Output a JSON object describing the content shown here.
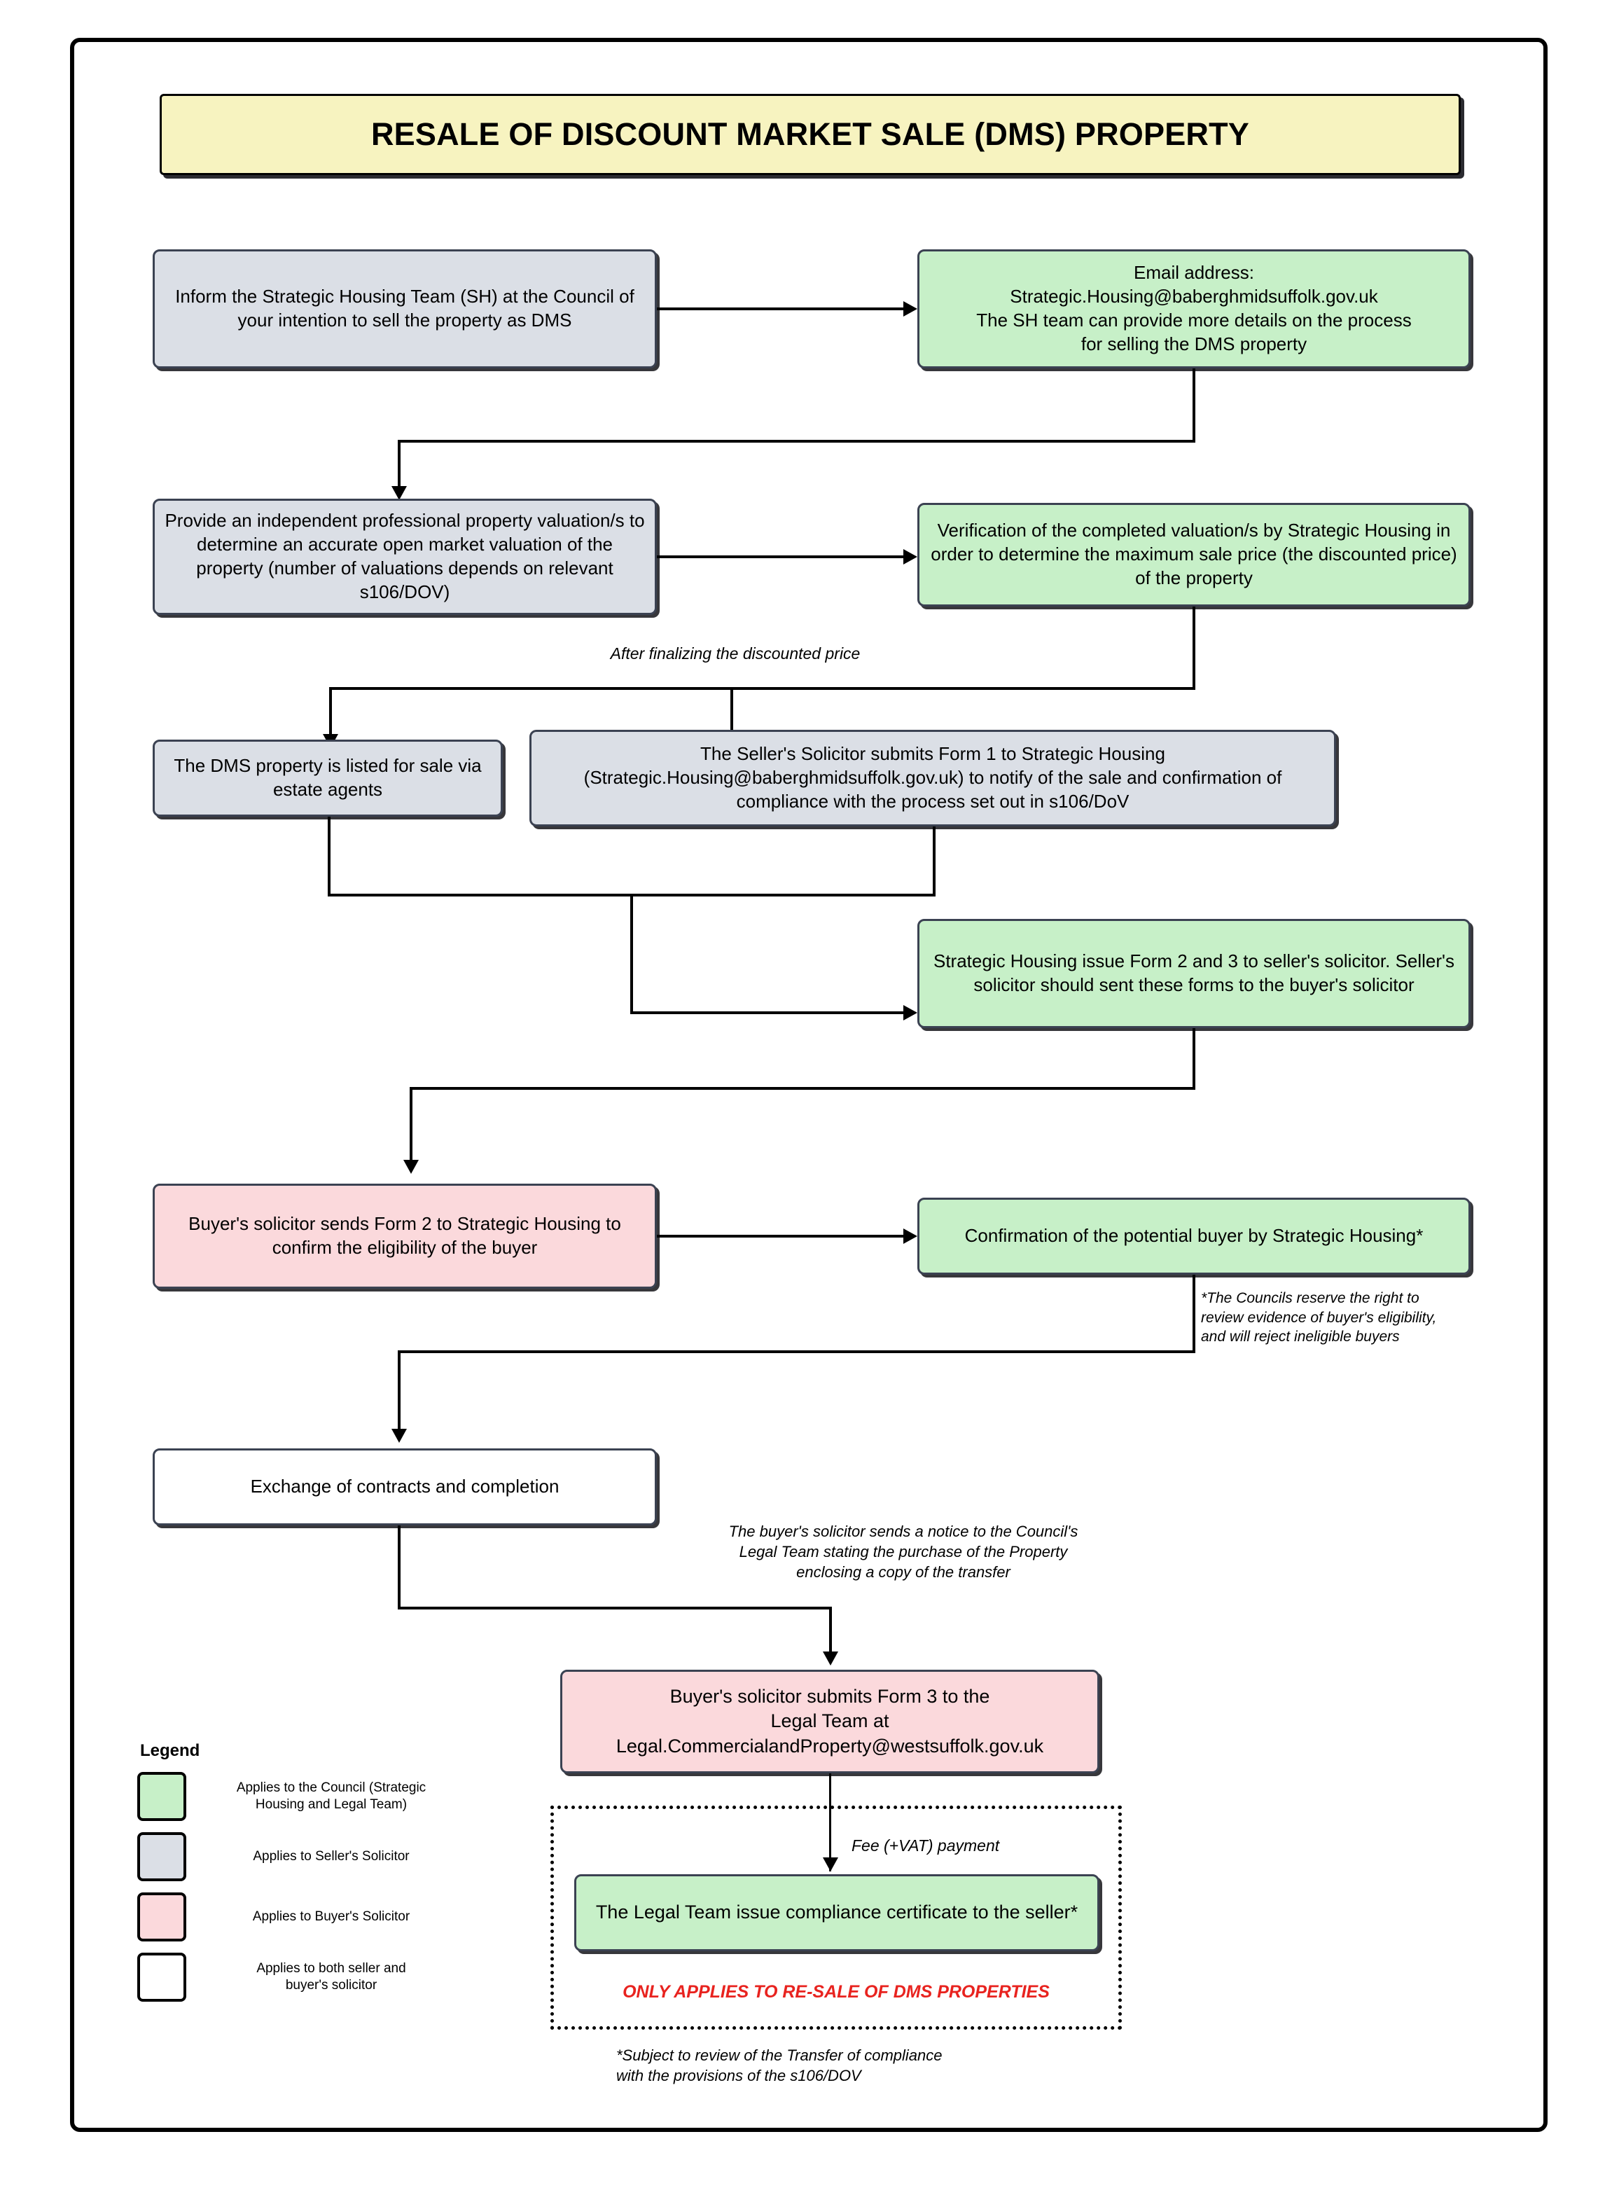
{
  "title": "RESALE OF DISCOUNT MARKET SALE (DMS) PROPERTY",
  "colors": {
    "title_banner": "#f7f3c0",
    "council_green": "#c7f0c8",
    "sellers_solicitor_grey": "#dbdfe6",
    "buyers_solicitor_pink": "#fbd9dc",
    "both_white": "#ffffff",
    "alert_red": "#e8231f",
    "border": "#3b4252"
  },
  "nodes": {
    "inform_sh": "Inform the Strategic Housing Team (SH) at the Council of your intention to sell the property as DMS",
    "email_address": "Email address: Strategic.Housing@baberghmidsuffolk.gov.uk The SH team can provide more details on the process for selling the DMS property",
    "email_address_l1": "Email address:",
    "email_address_l2": "Strategic.Housing@baberghmidsuffolk.gov.uk",
    "email_address_l3": "The SH team can provide more details on the process",
    "email_address_l4": "for selling the DMS property",
    "provide_valuation": "Provide an independent professional property valuation/s to determine an accurate open market valuation of the property (number of valuations depends on relevant s106/DOV)",
    "verification": "Verification of the completed valuation/s by Strategic Housing in order to determine the maximum sale price (the discounted price) of the property",
    "listed_for_sale": "The DMS property is listed for sale via estate agents",
    "form1": "The Seller's Solicitor submits Form 1 to Strategic Housing (Strategic.Housing@baberghmidsuffolk.gov.uk) to notify of the sale and confirmation of compliance with the process set out in s106/DoV",
    "issue_form2_3": "Strategic Housing issue Form 2 and 3 to seller's solicitor. Seller's solicitor should sent these forms to the buyer's solicitor",
    "buyer_sends_form2": "Buyer's solicitor sends Form 2 to Strategic Housing to confirm the eligibility of the buyer",
    "confirmation_buyer": "Confirmation of the potential buyer by Strategic Housing*",
    "exchange_completion": "Exchange of contracts and completion",
    "buyer_submits_form3": "Buyer's solicitor submits Form 3 to the Legal Team at Legal.CommercialandProperty@westsuffolk.gov.uk",
    "buyer_submits_form3_l1": "Buyer's solicitor submits Form 3 to the",
    "buyer_submits_form3_l2": "Legal Team at",
    "buyer_submits_form3_l3": "Legal.CommercialandProperty@westsuffolk.gov.uk",
    "compliance_certificate": "The Legal Team issue compliance certificate to the seller*"
  },
  "edge_labels": {
    "after_finalizing": "After finalizing the discounted price",
    "fee_vat": "Fee (+VAT) payment"
  },
  "notes": {
    "councils_reserve": "*The Councils reserve the right to review evidence of buyer's eligibility, and will reject ineligible buyers",
    "councils_reserve_l1": "*The Councils reserve the right to",
    "councils_reserve_l2": "review evidence of buyer's eligibility,",
    "councils_reserve_l3": "and will reject ineligible buyers",
    "buyer_notice": "The buyer's solicitor sends a notice to the Council's Legal Team stating the purchase of the Property enclosing a copy of the transfer",
    "buyer_notice_l1": "The buyer's solicitor sends a notice to the Council's",
    "buyer_notice_l2": "Legal Team stating the purchase of the Property",
    "buyer_notice_l3": "enclosing a copy of the transfer",
    "only_applies": "ONLY APPLIES TO RE-SALE OF DMS PROPERTIES",
    "subject_to_review": "*Subject to review of the Transfer of compliance with the provisions of the s106/DOV",
    "subject_to_review_l1": "*Subject to review of the Transfer of compliance",
    "subject_to_review_l2": "with the provisions of the s106/DOV"
  },
  "legend": {
    "title": "Legend",
    "items": [
      {
        "color": "#c7f0c8",
        "label_l1": "Applies to the Council (Strategic",
        "label_l2": "Housing and Legal Team)",
        "label": "Applies to the Council (Strategic Housing and Legal Team)"
      },
      {
        "color": "#dbdfe6",
        "label_l1": "Applies to Seller's Solicitor",
        "label_l2": "",
        "label": "Applies to Seller's Solicitor"
      },
      {
        "color": "#fbd9dc",
        "label_l1": "Applies to Buyer's Solicitor",
        "label_l2": "",
        "label": "Applies to Buyer's Solicitor"
      },
      {
        "color": "#ffffff",
        "label_l1": "Applies to both seller and",
        "label_l2": "buyer's solicitor",
        "label": "Applies to both seller and buyer's solicitor"
      }
    ]
  }
}
